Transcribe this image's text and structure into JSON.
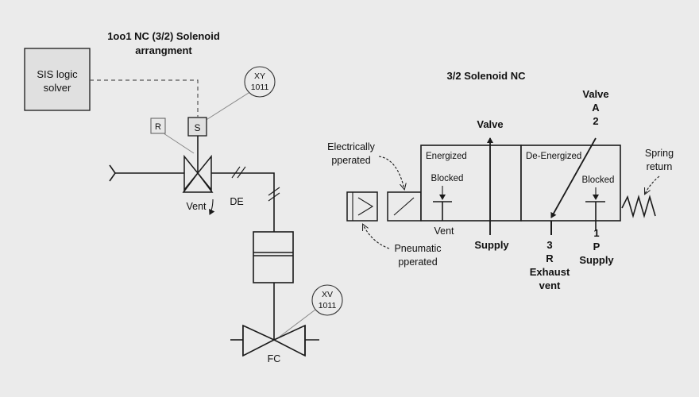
{
  "left_title": {
    "line1": "1oo1 NC (3/2) Solenoid",
    "line2": "arrangment"
  },
  "sis_box": {
    "line1": "SIS logic",
    "line2": "solver"
  },
  "tags": {
    "xy": {
      "letters": "XY",
      "number": "1011"
    },
    "xv": {
      "letters": "XV",
      "number": "1011"
    },
    "solenoid": "S",
    "reset": "R"
  },
  "labels": {
    "vent": "Vent",
    "de": "DE",
    "fc": "FC"
  },
  "right_title": "3/2 Solenoid NC",
  "solenoid_diagram": {
    "valve_center": "Valve",
    "valve_right": {
      "line1": "Valve",
      "line2": "A",
      "line3": "2"
    },
    "electrically": {
      "line1": "Electrically",
      "line2": "pperated"
    },
    "pneumatic": {
      "line1": "Pneumatic",
      "line2": "pperated"
    },
    "energized": "Energized",
    "de_energized": "De-Energized",
    "blocked_left": "Blocked",
    "blocked_right": "Blocked",
    "vent": "Vent",
    "supply_center": "Supply",
    "port3": {
      "line1": "3",
      "line2": "R",
      "line3": "Exhaust",
      "line4": "vent"
    },
    "port1": {
      "line1": "1",
      "line2": "P",
      "line3": "Supply"
    },
    "spring": {
      "line1": "Spring",
      "line2": "return"
    }
  }
}
